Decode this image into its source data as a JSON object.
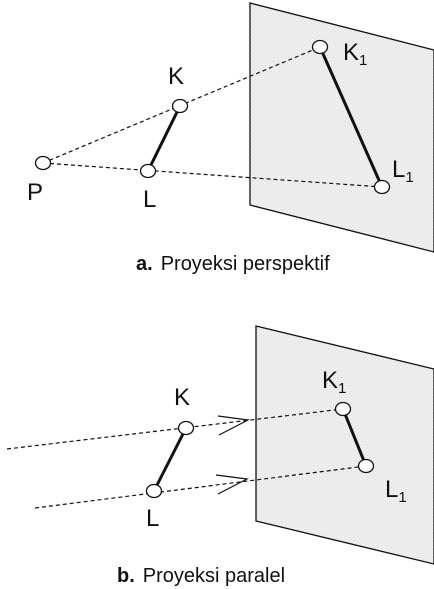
{
  "panel_a": {
    "caption_letter": "a.",
    "caption_text": "Proyeksi perspektif",
    "label_P": "P",
    "label_K": "K",
    "label_L": "L",
    "label_K1_main": "K",
    "label_K1_sub": "1",
    "label_L1_main": "L",
    "label_L1_sub": "1"
  },
  "panel_b": {
    "caption_letter": "b.",
    "caption_text": "Proyeksi paralel",
    "label_K": "K",
    "label_L": "L",
    "label_K1_main": "K",
    "label_K1_sub": "1",
    "label_L1_main": "L",
    "label_L1_sub": "1"
  },
  "colors": {
    "plane_fill": "#eeeeee",
    "stroke": "#111111",
    "point_fill": "#ffffff"
  }
}
